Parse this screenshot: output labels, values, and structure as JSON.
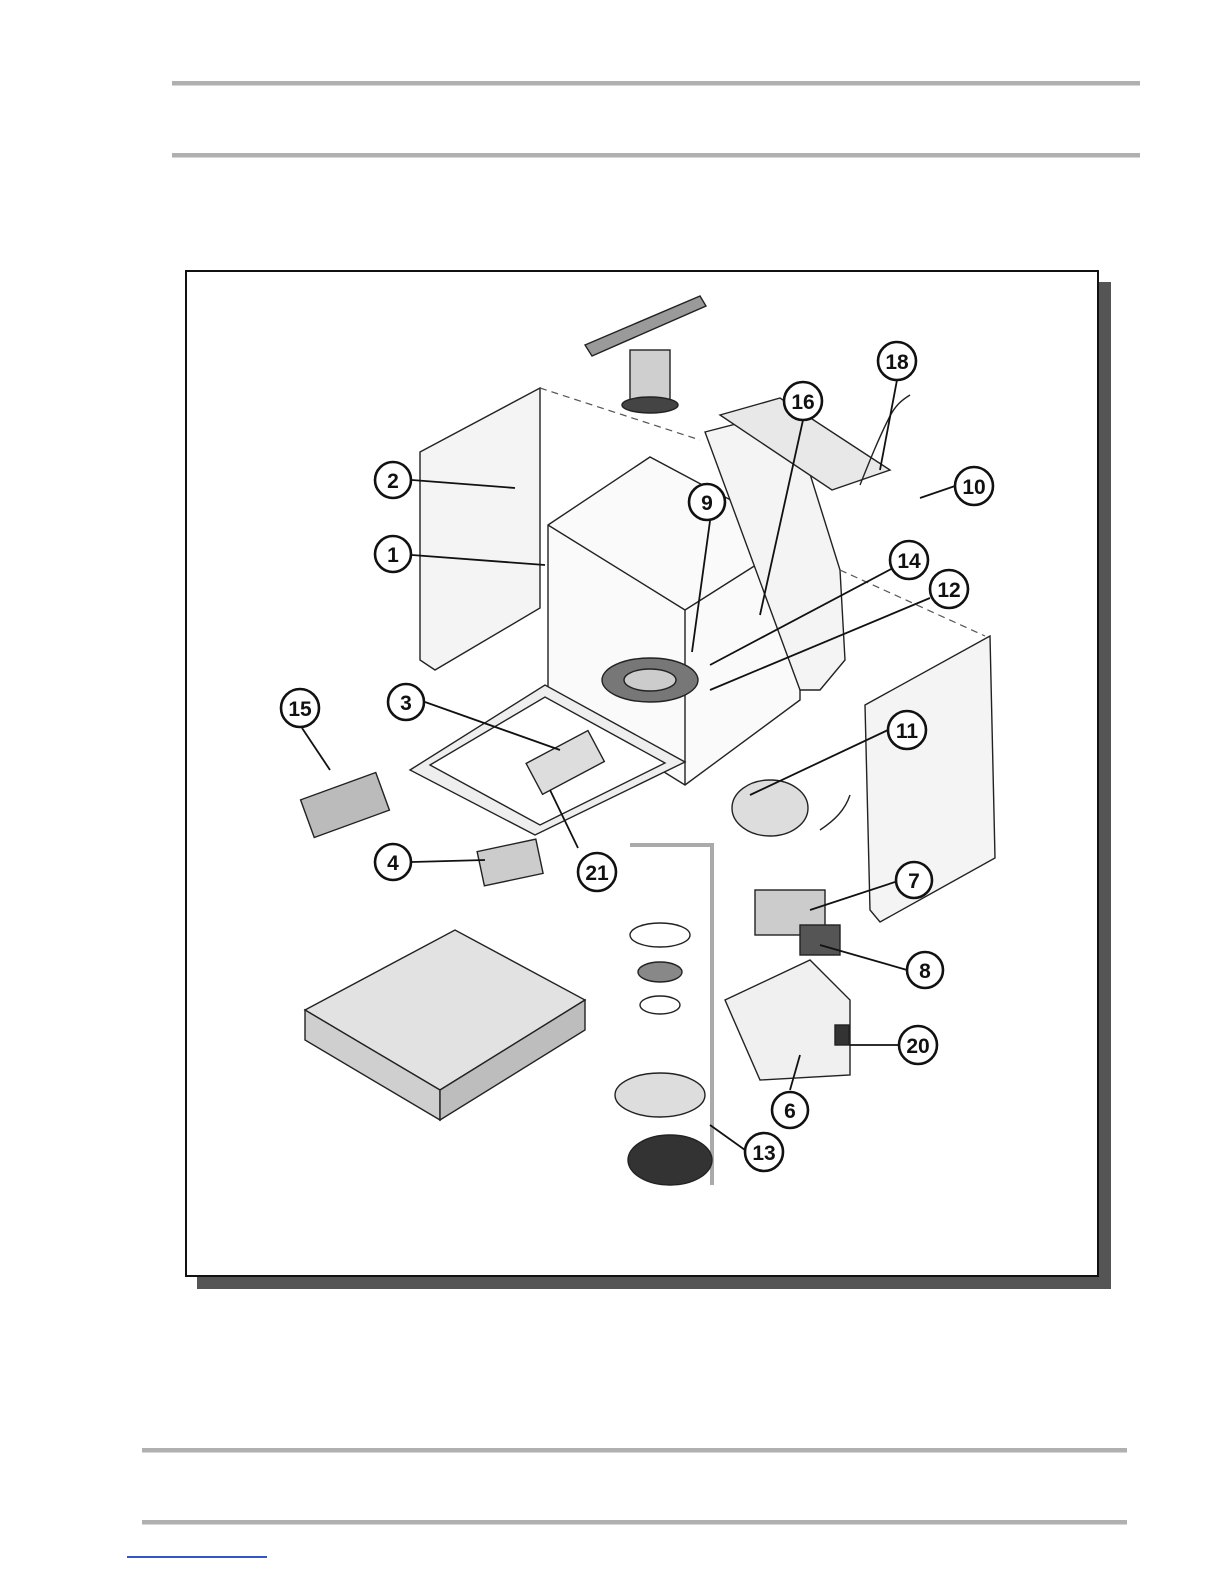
{
  "diagram": {
    "callouts": [
      {
        "id": "c1",
        "label": "1"
      },
      {
        "id": "c2",
        "label": "2"
      },
      {
        "id": "c3",
        "label": "3"
      },
      {
        "id": "c4",
        "label": "4"
      },
      {
        "id": "c6",
        "label": "6"
      },
      {
        "id": "c7",
        "label": "7"
      },
      {
        "id": "c8",
        "label": "8"
      },
      {
        "id": "c9",
        "label": "9"
      },
      {
        "id": "c10",
        "label": "10"
      },
      {
        "id": "c11",
        "label": "11"
      },
      {
        "id": "c12",
        "label": "12"
      },
      {
        "id": "c13",
        "label": "13"
      },
      {
        "id": "c14",
        "label": "14"
      },
      {
        "id": "c15",
        "label": "15"
      },
      {
        "id": "c16",
        "label": "16"
      },
      {
        "id": "c18",
        "label": "18"
      },
      {
        "id": "c20",
        "label": "20"
      },
      {
        "id": "c21",
        "label": "21"
      }
    ]
  }
}
